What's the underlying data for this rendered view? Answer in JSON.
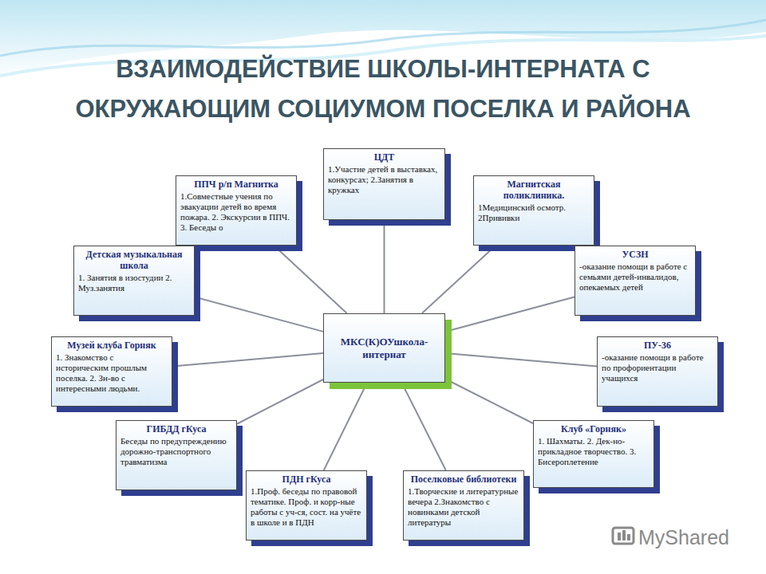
{
  "diagram": {
    "title": "ВЗАИМОДЕЙСТВИЕ ШКОЛЫ-ИНТЕРНАТА С ОКРУЖАЮЩИМ СОЦИУМОМ ПОСЕЛКА И РАЙОНА",
    "nodes": [
      {
        "text": [
          "МКС(К)ОУшкола-интернат"
        ]
      },
      {
        "text": [
          "ЦДТ",
          "1.Участие детей в выставках, конкурсах; 2.Занятия в кружках"
        ]
      },
      {
        "text": [
          "ППЧ р/п Магнитка",
          "1.Совместные учения по эвакуации детей во время пожара. 2. Экскурсии в ППЧ. 3. Беседы о"
        ]
      },
      {
        "text": [
          "Магнитская поликлиника.",
          "1Медицинский осмотр. 2Прививки"
        ]
      },
      {
        "text": [
          "Детская музыкальная школа",
          "1. Занятия в изостудии 2. Муз.занятия"
        ]
      },
      {
        "text": [
          "УСЗН",
          "-оказание помощи в работе с семьями детей-инвалидов, опекаемых детей"
        ]
      },
      {
        "text": [
          "Музей клуба Горняк",
          "1. Знакомство с историческим прошлым поселка. 2. Зн-во с интересными людьми."
        ]
      },
      {
        "text": [
          "ПУ-36",
          "-оказание помощи в работе по профориентации учащихся"
        ]
      },
      {
        "text": [
          "ГИБДД гКуса",
          "Беседы по предупреждению дорожно-транспортного травматизма"
        ]
      },
      {
        "text": [
          "Клуб «Горняк»",
          "1. Шахматы. 2. Дек-но-прикладное творчество. 3. Бисероплетение"
        ]
      },
      {
        "text": [
          "ПДН гКуса",
          "1.Проф. беседы по правовой тематике. Проф. и корр-ные работы с уч-ся, сост. на учёте в школе и в ПДН"
        ]
      },
      {
        "text": [
          "Поселковые библиотеки",
          "1.Творческие и литературные вечера 2.Знакомство с новинками детской литературы"
        ]
      }
    ],
    "edges": [
      {
        "from": 0,
        "to": 1,
        "arrow": "none"
      },
      {
        "from": 0,
        "to": 2,
        "arrow": "none"
      },
      {
        "from": 0,
        "to": 3,
        "arrow": "none"
      },
      {
        "from": 0,
        "to": 4,
        "arrow": "none"
      },
      {
        "from": 0,
        "to": 5,
        "arrow": "none"
      },
      {
        "from": 0,
        "to": 6,
        "arrow": "none"
      },
      {
        "from": 0,
        "to": 7,
        "arrow": "none"
      },
      {
        "from": 0,
        "to": 8,
        "arrow": "none"
      },
      {
        "from": 0,
        "to": 9,
        "arrow": "none"
      },
      {
        "from": 0,
        "to": 10,
        "arrow": "none"
      },
      {
        "from": 0,
        "to": 11,
        "arrow": "none"
      }
    ],
    "labels": [
      "MyShared"
    ]
  }
}
